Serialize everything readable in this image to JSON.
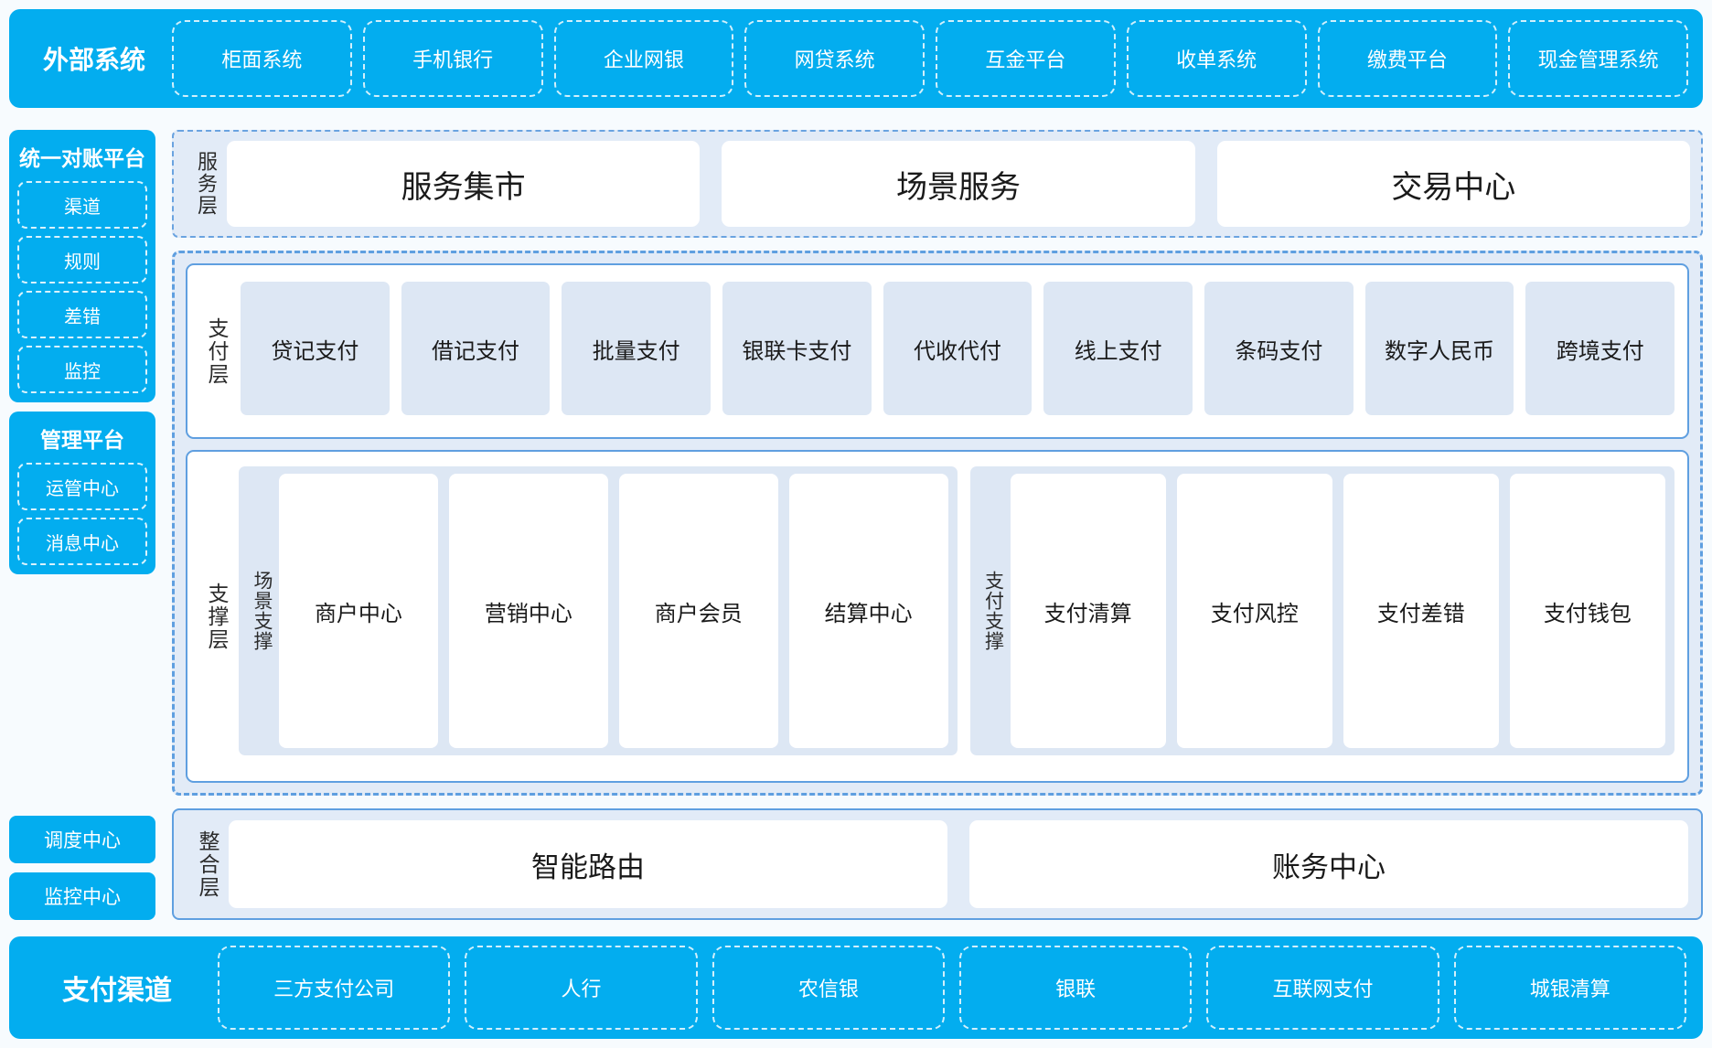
{
  "external_systems": {
    "title": "外部系统",
    "items": [
      {
        "label": "柜面系统"
      },
      {
        "label": "手机银行"
      },
      {
        "label": "企业网银"
      },
      {
        "label": "网贷系统"
      },
      {
        "label": "互金平台"
      },
      {
        "label": "收单系统"
      },
      {
        "label": "缴费平台"
      },
      {
        "label": "现金管理系统"
      }
    ]
  },
  "rail": {
    "recon_platform": {
      "title": "统一对账平台",
      "items": [
        {
          "label": "渠道"
        },
        {
          "label": "规则"
        },
        {
          "label": "差错"
        },
        {
          "label": "监控"
        }
      ]
    },
    "admin_platform": {
      "title": "管理平台",
      "items": [
        {
          "label": "运管中心"
        },
        {
          "label": "消息中心"
        }
      ]
    },
    "standalone": [
      {
        "label": "调度中心"
      },
      {
        "label": "监控中心"
      }
    ]
  },
  "service_layer": {
    "label": "服务层",
    "cards": [
      {
        "label": "服务集市"
      },
      {
        "label": "场景服务"
      },
      {
        "label": "交易中心"
      }
    ]
  },
  "payment_layer": {
    "label": "支付层",
    "tiles": [
      {
        "label": "贷记支付"
      },
      {
        "label": "借记支付"
      },
      {
        "label": "批量支付"
      },
      {
        "label": "银联卡支付"
      },
      {
        "label": "代收代付"
      },
      {
        "label": "线上支付"
      },
      {
        "label": "条码支付"
      },
      {
        "label": "数字人民币"
      },
      {
        "label": "跨境支付"
      }
    ]
  },
  "support_layer": {
    "label": "支撑层",
    "groups": [
      {
        "label": "场景支撑",
        "cards": [
          {
            "label": "商户中心"
          },
          {
            "label": "营销中心"
          },
          {
            "label": "商户会员"
          },
          {
            "label": "结算中心"
          }
        ]
      },
      {
        "label": "支付支撑",
        "cards": [
          {
            "label": "支付清算"
          },
          {
            "label": "支付风控"
          },
          {
            "label": "支付差错"
          },
          {
            "label": "支付钱包"
          }
        ]
      }
    ]
  },
  "integration_layer": {
    "label": "整合层",
    "cards": [
      {
        "label": "智能路由"
      },
      {
        "label": "账务中心"
      }
    ]
  },
  "payment_channels": {
    "title": "支付渠道",
    "items": [
      {
        "label": "三方支付公司"
      },
      {
        "label": "人行"
      },
      {
        "label": "农信银"
      },
      {
        "label": "银联"
      },
      {
        "label": "互联网支付"
      },
      {
        "label": "城银清算"
      }
    ]
  },
  "colors": {
    "brand_blue": "#03ADEF",
    "panel_blue": "#e2ebf7",
    "tile_blue": "#dde7f4",
    "border_blue": "#5f9fe0",
    "page_bg": "#f7fbfe"
  }
}
